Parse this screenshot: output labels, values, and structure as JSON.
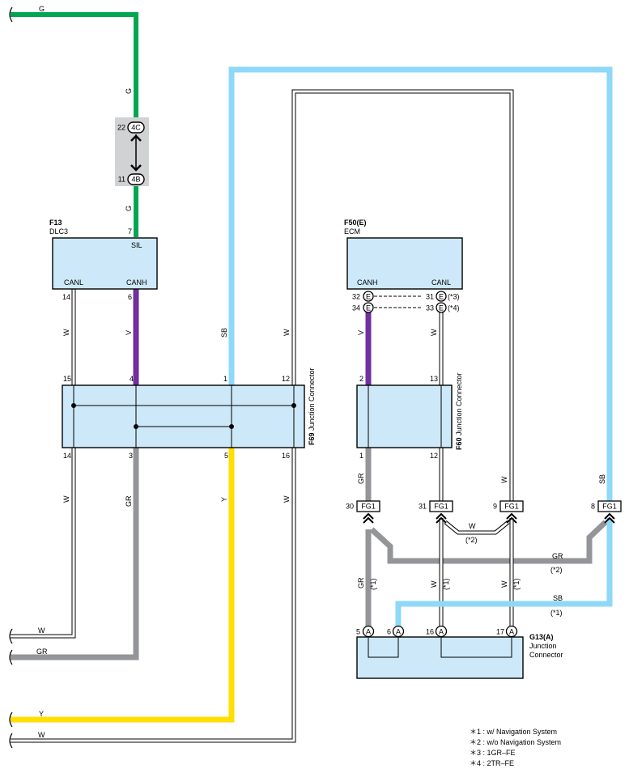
{
  "colors": {
    "G": "#00a651",
    "SB": "#8ed8f8",
    "V": "#7030a0",
    "GR": "#939598",
    "Y": "#ffde00",
    "W": "#ffffff",
    "box": "#cde9f9"
  },
  "wires": {
    "top_g": "G",
    "g_upper": "G",
    "g_lower": "G",
    "dlc_w": "W",
    "dlc_v": "V",
    "sb_left": "SB",
    "w_loop_left": "W",
    "ecm_v": "V",
    "f69_bot_w": "W",
    "f69_bot_gr": "GR",
    "f69_bot_y": "Y",
    "f69_bot_w16": "W",
    "f60_gr": "GR",
    "f60_w": "W",
    "w_loop_right": "W",
    "sb_right": "SB",
    "mid_w": "W",
    "mid_w_note": "(*2)",
    "mid_gr": "GR",
    "mid_gr_note": "(*2)",
    "g13_gr": "GR",
    "g13_gr_note": "(*1)",
    "g13_w1": "W",
    "g13_w1_note": "(*1)",
    "g13_w2": "W",
    "g13_w2_note": "(*1)",
    "g13_sb": "SB",
    "g13_sb_note": "(*1)",
    "left_w1": "W",
    "left_gr": "GR",
    "left_y": "Y",
    "left_w2": "W"
  },
  "connector_4": {
    "pin_top": "22",
    "code_top": "4C",
    "pin_bottom": "11",
    "code_bottom": "4B"
  },
  "dlc3": {
    "id": "F13",
    "name": "DLC3",
    "sil_label": "SIL",
    "sil_pin": "7",
    "canl_label": "CANL",
    "canh_label": "CANH",
    "canl_pin": "14",
    "canh_pin": "6"
  },
  "ecm": {
    "id": "F50(E)",
    "name": "ECM",
    "canh_label": "CANH",
    "canl_label": "CANL",
    "connector_code": "E",
    "canh_pin_a": "32",
    "canh_pin_b": "34",
    "canl_pin_a": "31",
    "canl_pin_b": "33",
    "note_a": "(*3)",
    "note_b": "(*4)"
  },
  "f69": {
    "id": "F69",
    "name": "Junction Connector",
    "top_pins": [
      "15",
      "4",
      "1",
      "12"
    ],
    "bottom_pins": [
      "14",
      "3",
      "5",
      "16"
    ]
  },
  "f60": {
    "id": "F60",
    "name": "Junction Connector",
    "top_pins": [
      "2",
      "13"
    ],
    "bottom_pins": [
      "1",
      "12"
    ]
  },
  "fg1": {
    "code": "FG1",
    "pins": [
      "30",
      "31",
      "9",
      "8"
    ]
  },
  "g13": {
    "id": "G13(A)",
    "name_line1": "Junction",
    "name_line2": "Connector",
    "code": "A",
    "pins": [
      "5",
      "6",
      "16",
      "17"
    ]
  },
  "notes": [
    "＊1 : w/ Navigation System",
    "＊2 : w/o Navigation System",
    "＊3 : 1GR–FE",
    "＊4 : 2TR–FE"
  ]
}
